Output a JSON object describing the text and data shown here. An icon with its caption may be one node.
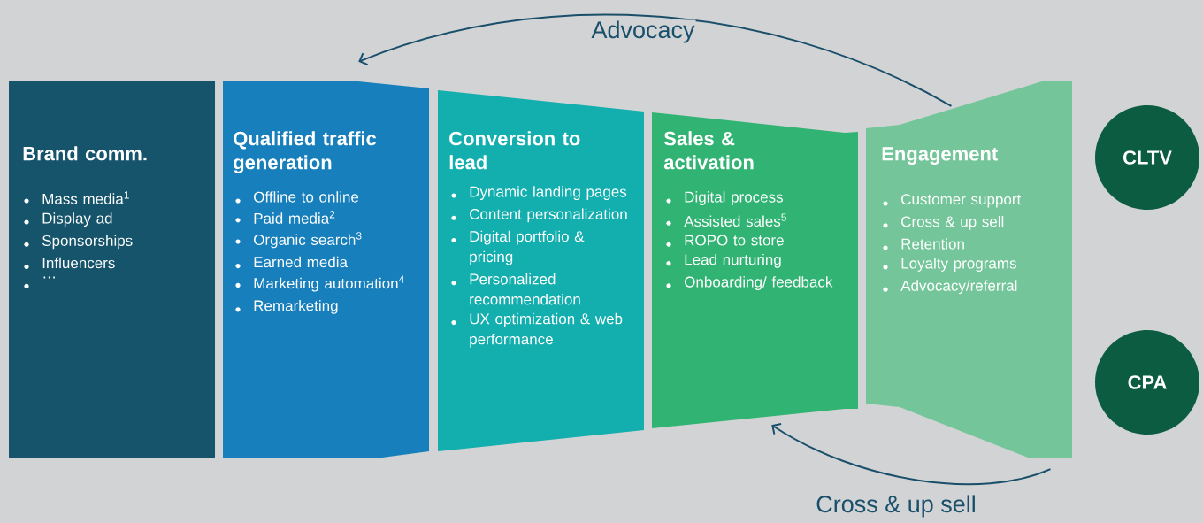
{
  "diagram": {
    "nodes": [
      {
        "text": [
          "Brand comm.",
          "Mass media$^{1}$",
          "Display ad",
          "Sponsorships",
          "Influencers",
          "…"
        ]
      },
      {
        "text": [
          "Qualified traffic generation",
          "Offline to online",
          "Paid media$^{2}$",
          "Organic search$^{3}$",
          "Earned media",
          "Marketing automation$^{4}$",
          "Remarketing"
        ]
      },
      {
        "text": [
          "Conversion to lead",
          "Dynamic landing pages",
          "Content personalization",
          "Digital portfolio & pricing",
          "Personalized recommendation",
          "UX optimization & web performance"
        ]
      },
      {
        "text": [
          "Sales & activation",
          "Digital process",
          "Assisted sales$^{5}$",
          "ROPO to store",
          "Lead nurturing",
          "Onboarding/ feedback"
        ]
      },
      {
        "text": [
          "Engagement",
          "Customer support",
          "Cross & up sell",
          "Retention",
          "Loyalty programs",
          "Advocacy/referral"
        ]
      },
      {
        "text": [
          "CLTV"
        ]
      },
      {
        "text": [
          "CPA"
        ]
      }
    ],
    "edges": [
      {
        "from": 4,
        "to": 1,
        "arrow": "to",
        "label": "Advocacy"
      },
      {
        "from": 4,
        "to": 3,
        "arrow": "to",
        "label": "Cross & up sell"
      }
    ]
  }
}
